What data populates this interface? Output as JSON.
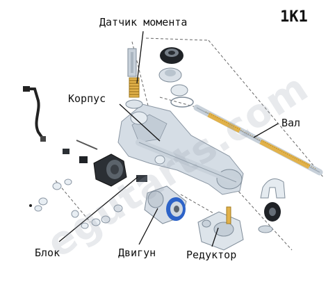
{
  "header": {
    "model_code": "1K1"
  },
  "labels": {
    "torque_sensor": "Датчик момента",
    "housing": "Корпус",
    "shaft": "Вал",
    "unit": "Блок",
    "motor": "Двигун",
    "reducer": "Редуктор"
  },
  "watermark": "egutarts.com",
  "colors": {
    "part_light": "#dfe6ec",
    "part_mid": "#b8c4cf",
    "part_dark": "#3a3f45",
    "rack_teeth": "#e2b24a",
    "motor_band": "#2d63c8",
    "leader_line": "#111111",
    "dashed_line": "#555555"
  }
}
